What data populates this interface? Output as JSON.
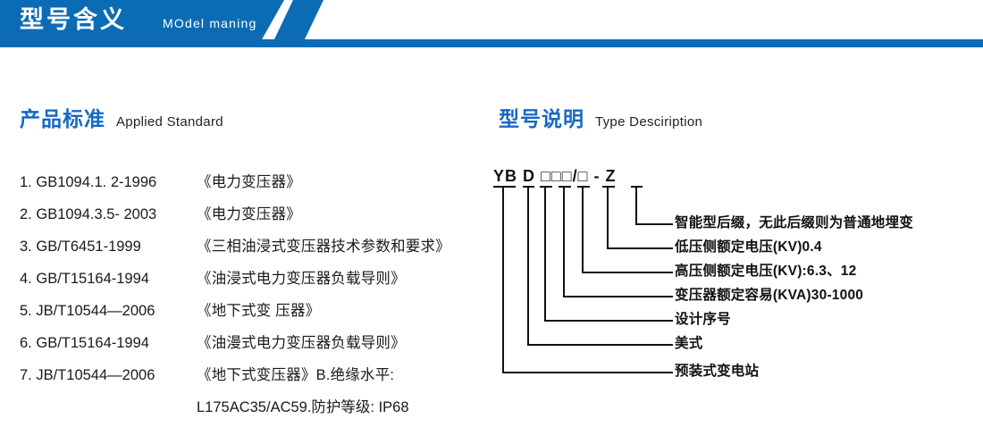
{
  "header": {
    "title_cn": "型号含义",
    "title_en": "MOdel maning",
    "accent_color": "#0b6cb5"
  },
  "sections": {
    "left": {
      "title_cn": "产品标准",
      "title_en": "Applied Standard",
      "title_color": "#1668c4"
    },
    "right": {
      "title_cn": "型号说明",
      "title_en": "Type Desciription",
      "title_color": "#1668c4"
    }
  },
  "standards": {
    "items": [
      {
        "index": "1.",
        "code": "GB1094.1. 2-1996",
        "name": "《电力变压器》"
      },
      {
        "index": "2.",
        "code": "GB1094.3.5- 2003",
        "name": "《电力变压器》"
      },
      {
        "index": "3.",
        "code": "GB/T6451-1999",
        "name": "《三相油浸式变压器技术参数和要求》"
      },
      {
        "index": "4.",
        "code": "GB/T15164-1994",
        "name": "《油浸式电力变压器负载导则》"
      },
      {
        "index": "5.",
        "code": "JB/T10544—2006",
        "name": "《地下式变 压器》"
      },
      {
        "index": "6.",
        "code": "GB/T15164-1994",
        "name": "《油漫式电力变压器负载导则》"
      },
      {
        "index": "7.",
        "code": "JB/T10544—2006",
        "name": "《地下式变压器》B.绝缘水平:"
      }
    ],
    "continuation": "L175AC35/AC59.防护等级: IP68"
  },
  "type_diagram": {
    "code_parts": [
      "YB",
      "D",
      "□",
      "□",
      "□",
      "/",
      "□",
      "-",
      "Z"
    ],
    "code_display": "YB D □□□/□ - Z",
    "legend": [
      {
        "id": "suffix-z",
        "text": "智能型后缀，无此后缀则为普通地埋变"
      },
      {
        "id": "lv-voltage",
        "text": "低压侧额定电压(KV)0.4"
      },
      {
        "id": "hv-voltage",
        "text": "高压侧额定电压(KV):6.3、12"
      },
      {
        "id": "rated-capacity",
        "text": "变压器额定容易(KVA)30-1000"
      },
      {
        "id": "design-serial",
        "text": "设计序号"
      },
      {
        "id": "american-style",
        "text": "美式"
      },
      {
        "id": "prefab-station",
        "text": "预装式变电站"
      }
    ]
  }
}
